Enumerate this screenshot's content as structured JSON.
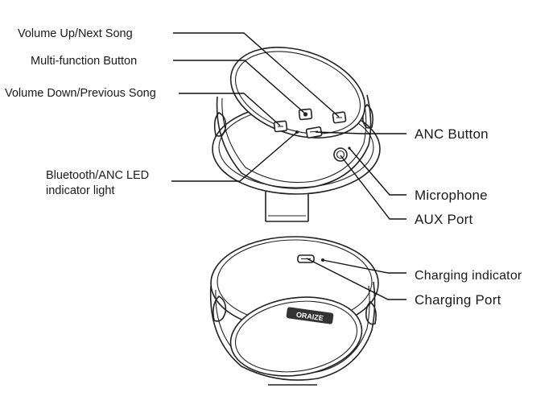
{
  "labels": {
    "volume_up": "Volume Up/Next Song",
    "multi_function": "Multi-function Button",
    "volume_down": "Volume Down/Previous Song",
    "led_line1": "Bluetooth/ANC LED",
    "led_line2": "indicator light",
    "anc_button": "ANC Button",
    "microphone": "Microphone",
    "aux_port": "AUX Port",
    "charging_indicator": "Charging indicator",
    "charging_port": "Charging Port"
  },
  "brand_mark": "ORAIZE"
}
